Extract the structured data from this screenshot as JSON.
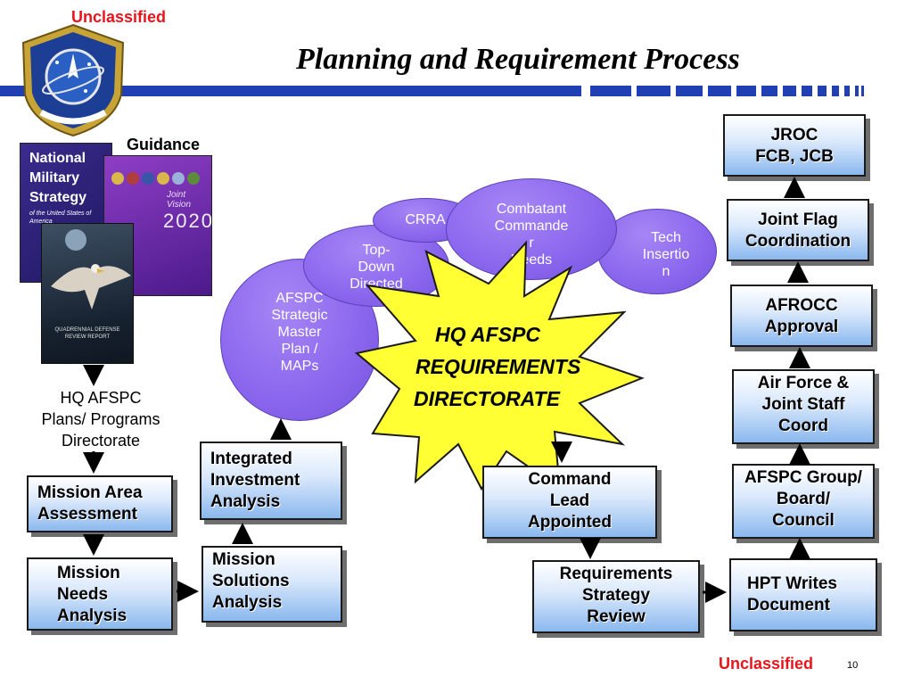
{
  "header": {
    "classification_top": "Unclassified",
    "title": "Planning and Requirement Process"
  },
  "footer": {
    "classification_bottom": "Unclassified",
    "page_number": "10"
  },
  "guidance": {
    "label": "Guidance",
    "book_nms": "National Military Strategy",
    "book_nms_sub": "of the United States of America",
    "book_jv": "Joint Vision",
    "book_jv_year": "2020",
    "book_qdr": "QUADRENNIAL DEFENSE REVIEW REPORT"
  },
  "plans_label": [
    "HQ AFSPC",
    "Plans/ Programs",
    "Directorate"
  ],
  "left_column": {
    "mission_area": [
      "Mission Area",
      "Assessment"
    ],
    "mission_needs": [
      "Mission",
      "Needs",
      "Analysis"
    ]
  },
  "middle_column": {
    "integrated": [
      "Integrated",
      "Investment",
      "Analysis"
    ],
    "solutions": [
      "Mission",
      "Solutions",
      "Analysis"
    ]
  },
  "ellipses": {
    "afspc": [
      "AFSPC",
      "Strategic",
      "Master",
      "Plan /",
      "MAPs"
    ],
    "top_down": [
      "Top-",
      "Down",
      "Directed"
    ],
    "crra": "CRRA",
    "combatant": [
      "Combatant",
      "Commande",
      "r",
      "Needs"
    ],
    "tech": [
      "Tech",
      "Insertio",
      "n"
    ]
  },
  "starburst": [
    "HQ AFSPC",
    "REQUIREMENTS",
    "DIRECTORATE"
  ],
  "right_flow": {
    "command_lead": [
      "Command",
      "Lead",
      "Appointed"
    ],
    "req_strategy": [
      "Requirements",
      "Strategy",
      "Review"
    ],
    "hpt": [
      "HPT Writes",
      "Document"
    ],
    "afspc_group": [
      "AFSPC Group/",
      "Board/",
      "Council"
    ],
    "air_force_joint": [
      "Air Force &",
      "Joint Staff",
      "Coord"
    ],
    "afrocc": [
      "AFROCC",
      "Approval"
    ],
    "joint_flag": [
      "Joint Flag",
      "Coordination"
    ],
    "jroc": [
      "JROC",
      "FCB, JCB"
    ]
  },
  "colors": {
    "classification": "#e8141c",
    "header_bar": "#1f3fb3",
    "ellipse_fill": "#8c68ee",
    "starburst_fill": "#ffff33",
    "box_gradient_end": "#8ab8ee"
  },
  "icons": [
    "afspc-emblem",
    "flow-arrows"
  ]
}
